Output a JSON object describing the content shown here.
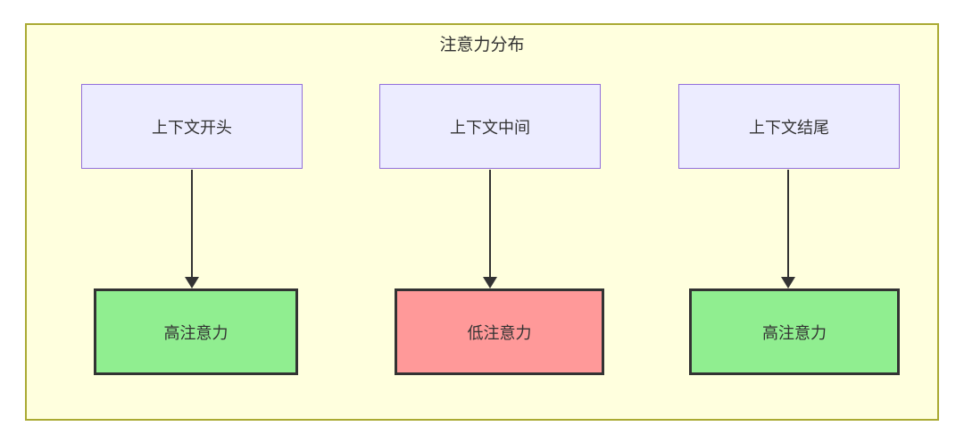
{
  "diagram": {
    "title": "注意力分布",
    "columns": [
      {
        "source_label": "上下文开头",
        "result_label": "高注意力",
        "attention_level": "high"
      },
      {
        "source_label": "上下文中间",
        "result_label": "低注意力",
        "attention_level": "low"
      },
      {
        "source_label": "上下文结尾",
        "result_label": "高注意力",
        "attention_level": "high"
      }
    ],
    "colors": {
      "canvas_bg": "#ffffff",
      "container_bg": "#ffffde",
      "container_border": "#aaaa33",
      "source_node_bg": "#ececff",
      "source_node_border": "#9370db",
      "high_attention_bg": "#90ee90",
      "low_attention_bg": "#ff9999",
      "result_node_border": "#333333",
      "arrow": "#333333",
      "text": "#333333"
    }
  }
}
